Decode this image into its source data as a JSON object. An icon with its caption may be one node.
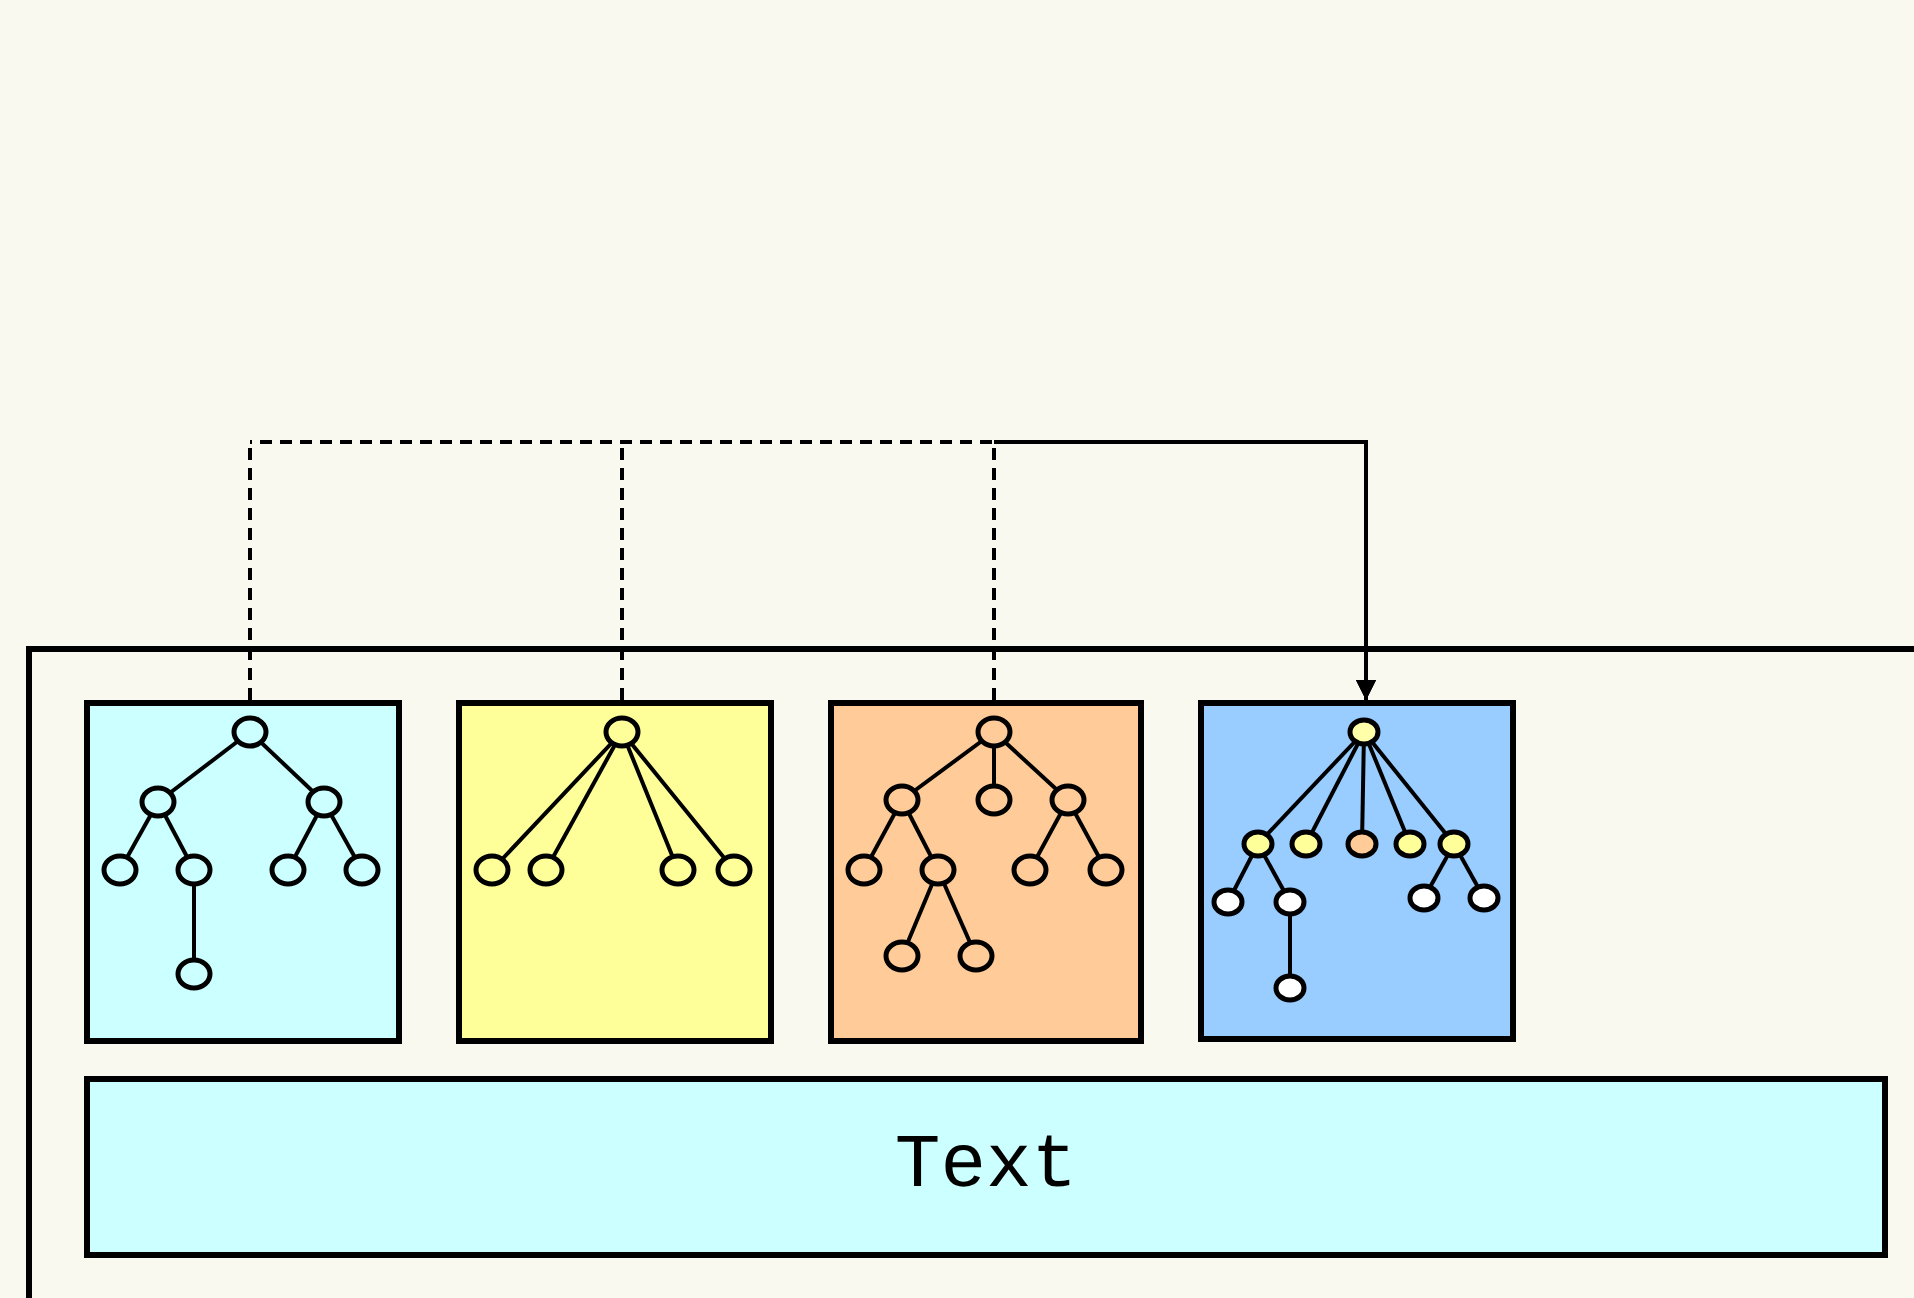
{
  "diagram": {
    "nodes": [
      {
        "text": [],
        "shape": "box"
      },
      {
        "text": [],
        "shape": "box",
        "in": 0
      },
      {
        "text": [],
        "shape": "box",
        "in": 0
      },
      {
        "text": [],
        "shape": "box",
        "in": 0
      },
      {
        "text": [],
        "shape": "box",
        "in": 0
      },
      {
        "text": [
          "Text"
        ],
        "in": 0
      }
    ],
    "edges": [
      {
        "from": 1,
        "to": 4,
        "arrow": "to",
        "style": "dashed"
      },
      {
        "from": 2,
        "to": 4,
        "arrow": "to",
        "style": "dashed"
      },
      {
        "from": 3,
        "to": 4,
        "arrow": "to",
        "style": "dashed"
      }
    ]
  }
}
